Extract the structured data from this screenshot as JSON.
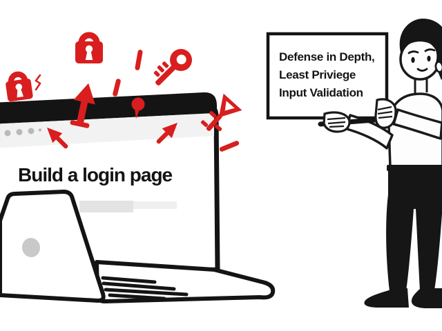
{
  "illustration": {
    "laptop": {
      "browser_title": "Build a login page"
    },
    "sign": {
      "lines": [
        "Defense in Depth,",
        "Least Priviege",
        "Input Validation"
      ]
    },
    "icons": [
      "padlock-icon",
      "padlock-icon",
      "key-icon",
      "key-icon",
      "up-arrow-icon",
      "cursor-arrow-icon",
      "cursor-arrow-icon",
      "exclamation-icon",
      "pin-icon",
      "dash-icon",
      "dash-icon",
      "crack-icon",
      "window-dots",
      "lid-logo"
    ]
  },
  "colors": {
    "accent_red": "#d81e1e",
    "ink": "#141414",
    "toolbar_gray": "#f2f2f2",
    "dot_gray": "#b9b9b9",
    "placeholder_gray": "#e3e3e3",
    "placeholder_gray_light": "#efefef",
    "logo_gray": "#c9c9c9",
    "skin_white": "#fdfdfd"
  }
}
